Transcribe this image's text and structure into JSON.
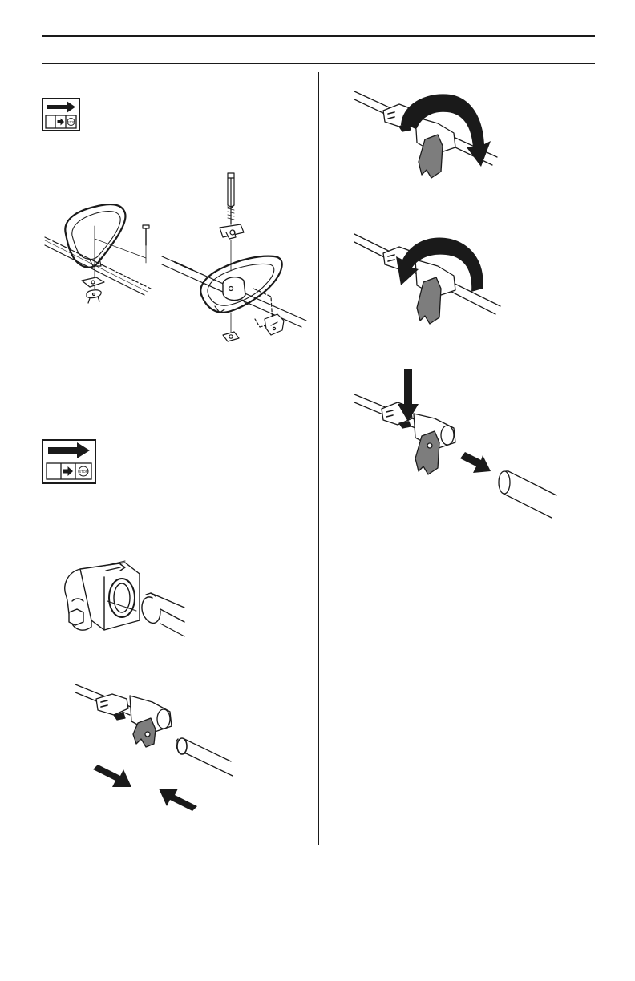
{
  "page": {
    "background": "#ffffff",
    "ink": "#1a1a1a",
    "metal_shade": "#7d7d7d"
  },
  "icons": {
    "read_first": "instruction-arrow-stop-icon",
    "handle_assembly": "loop-handle-assembly-illustration",
    "coupler": "shaft-coupler-illustration",
    "arrows": "direction-arrow-icon",
    "rotate": "curved-rotation-arrow-icon"
  },
  "labels": {
    "stop_sign": "STOP"
  }
}
